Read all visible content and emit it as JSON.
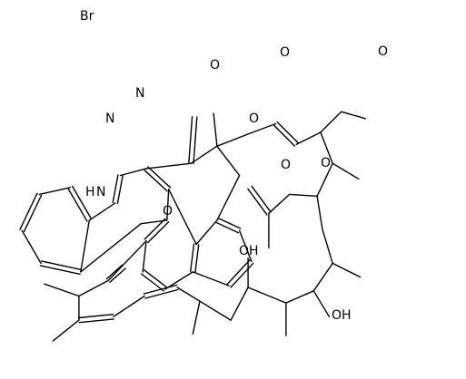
{
  "labels": {
    "n1": "N",
    "n2": "N",
    "nh": "N",
    "h": "H",
    "o_carbonyl": "O",
    "o_furan": "O",
    "o_enol": "O",
    "o_meo": "O",
    "o_ester": "O",
    "o_acetyl": "O",
    "o_amide": "O",
    "oh_upper": "OH",
    "oh_lower": "OH",
    "br": "Br"
  },
  "molecule": {
    "atoms": [
      [
        "pyA",
        2.6,
        8.55
      ],
      [
        "pyB",
        1.45,
        8.3
      ],
      [
        "pyC",
        0.9,
        7.35
      ],
      [
        "pyD",
        1.4,
        6.3
      ],
      [
        "pyE",
        2.3,
        6.1
      ],
      [
        "pyF",
        2.85,
        7.05
      ],
      [
        "imN",
        3.6,
        6.55
      ],
      [
        "imC",
        3.75,
        5.75
      ],
      [
        "imCa",
        4.35,
        7.15
      ],
      [
        "aR1",
        4.5,
        5.55
      ],
      [
        "aR2",
        5.15,
        6.15
      ],
      [
        "aR3",
        5.1,
        7.05
      ],
      [
        "aR4",
        4.5,
        7.65
      ],
      [
        "aR5",
        4.4,
        8.55
      ],
      [
        "aR6",
        5.05,
        9.05
      ],
      [
        "aR7",
        5.85,
        8.55
      ],
      [
        "aR8",
        5.95,
        7.75
      ],
      [
        "aR9",
        6.55,
        7.05
      ],
      [
        "aR10",
        7.2,
        7.35
      ],
      [
        "aR11",
        7.55,
        8.25
      ],
      [
        "aR12",
        6.9,
        8.95
      ],
      [
        "fC1",
        5.8,
        5.4
      ],
      [
        "fC2",
        6.55,
        4.9
      ],
      [
        "fO",
        7.2,
        5.75
      ],
      [
        "fCO",
        5.9,
        4.05
      ],
      [
        "fMe",
        6.45,
        3.95
      ],
      [
        "oEn",
        7.45,
        4.55
      ],
      [
        "en1",
        8.25,
        4.25
      ],
      [
        "en2",
        8.85,
        4.85
      ],
      [
        "cMe",
        9.55,
        4.5
      ],
      [
        "oMe",
        10.15,
        3.9
      ],
      [
        "meO",
        10.85,
        4.1
      ],
      [
        "c2",
        9.9,
        5.4
      ],
      [
        "c2m",
        10.65,
        5.85
      ],
      [
        "c3",
        9.45,
        6.35
      ],
      [
        "oEs",
        8.65,
        6.3
      ],
      [
        "acC",
        8.05,
        6.85
      ],
      [
        "acO",
        7.5,
        6.1
      ],
      [
        "acMe",
        8.05,
        7.85
      ],
      [
        "c4",
        9.6,
        7.3
      ],
      [
        "c5",
        9.9,
        8.3
      ],
      [
        "c5m",
        10.7,
        8.7
      ],
      [
        "c6",
        9.35,
        9.1
      ],
      [
        "oh2",
        9.8,
        9.85
      ],
      [
        "c7",
        8.55,
        9.45
      ],
      [
        "c7m",
        8.55,
        10.4
      ],
      [
        "c8",
        7.45,
        9.0
      ],
      [
        "oh1",
        7.45,
        8.15
      ],
      [
        "c9",
        6.95,
        9.95
      ],
      [
        "c10",
        6.05,
        9.4
      ],
      [
        "c10m",
        5.85,
        10.35
      ],
      [
        "c11",
        5.4,
        9.0
      ],
      [
        "c12",
        4.45,
        9.25
      ],
      [
        "c13",
        3.55,
        9.85
      ],
      [
        "c14",
        2.55,
        9.95
      ],
      [
        "c14m",
        1.8,
        10.55
      ],
      [
        "c15",
        2.55,
        9.25
      ],
      [
        "c15m",
        1.55,
        8.9
      ],
      [
        "amC",
        3.4,
        8.8
      ],
      [
        "amO",
        3.85,
        8.4
      ]
    ],
    "bonds": [
      [
        "pyA",
        "pyB",
        2
      ],
      [
        "pyB",
        "pyC",
        1
      ],
      [
        "pyC",
        "pyD",
        2
      ],
      [
        "pyD",
        "pyE",
        1
      ],
      [
        "pyE",
        "pyF",
        2
      ],
      [
        "pyF",
        "pyA",
        1
      ],
      [
        "pyF",
        "imN",
        1
      ],
      [
        "pyA",
        "imCa",
        1
      ],
      [
        "imN",
        "imC",
        2
      ],
      [
        "imC",
        "aR1",
        1
      ],
      [
        "imCa",
        "aR3",
        1
      ],
      [
        "aR1",
        "aR2",
        2
      ],
      [
        "aR2",
        "aR3",
        1
      ],
      [
        "aR3",
        "aR4",
        2
      ],
      [
        "aR4",
        "aR5",
        1
      ],
      [
        "aR5",
        "aR6",
        2
      ],
      [
        "aR6",
        "aR7",
        1
      ],
      [
        "aR7",
        "aR8",
        2
      ],
      [
        "aR8",
        "aR2",
        1
      ],
      [
        "aR8",
        "aR9",
        1
      ],
      [
        "aR9",
        "aR10",
        2
      ],
      [
        "aR10",
        "aR11",
        1
      ],
      [
        "aR11",
        "aR12",
        2
      ],
      [
        "aR12",
        "aR7",
        1
      ],
      [
        "aR1",
        "fC1",
        1
      ],
      [
        "fC1",
        "fC2",
        1
      ],
      [
        "fC2",
        "fO",
        1
      ],
      [
        "fO",
        "aR9",
        1
      ],
      [
        "fC1",
        "fCO",
        2
      ],
      [
        "fC2",
        "fMe",
        1
      ],
      [
        "fC2",
        "oEn",
        1
      ],
      [
        "oEn",
        "en1",
        1
      ],
      [
        "en1",
        "en2",
        2
      ],
      [
        "en2",
        "cMe",
        1
      ],
      [
        "cMe",
        "oMe",
        1
      ],
      [
        "oMe",
        "meO",
        1
      ],
      [
        "cMe",
        "c2",
        1
      ],
      [
        "c2",
        "c2m",
        1
      ],
      [
        "c2",
        "c3",
        1
      ],
      [
        "c3",
        "oEs",
        1
      ],
      [
        "oEs",
        "acC",
        1
      ],
      [
        "acC",
        "acO",
        2
      ],
      [
        "acC",
        "acMe",
        1
      ],
      [
        "c3",
        "c4",
        1
      ],
      [
        "c4",
        "c5",
        1
      ],
      [
        "c5",
        "c5m",
        1
      ],
      [
        "c5",
        "c6",
        1
      ],
      [
        "c6",
        "oh2",
        1
      ],
      [
        "c6",
        "c7",
        1
      ],
      [
        "c7",
        "c7m",
        1
      ],
      [
        "c7",
        "c8",
        1
      ],
      [
        "c8",
        "oh1",
        1
      ],
      [
        "c8",
        "c9",
        1
      ],
      [
        "c9",
        "c10",
        1
      ],
      [
        "c10",
        "c10m",
        1
      ],
      [
        "c10",
        "c11",
        1
      ],
      [
        "c11",
        "c12",
        2
      ],
      [
        "c12",
        "c13",
        1
      ],
      [
        "c13",
        "c14",
        2
      ],
      [
        "c14",
        "c14m",
        1
      ],
      [
        "c14",
        "c15",
        1
      ],
      [
        "c15",
        "c15m",
        1
      ],
      [
        "c15",
        "amC",
        1
      ],
      [
        "amC",
        "amO",
        2
      ],
      [
        "amC",
        "aR4",
        1
      ]
    ]
  }
}
